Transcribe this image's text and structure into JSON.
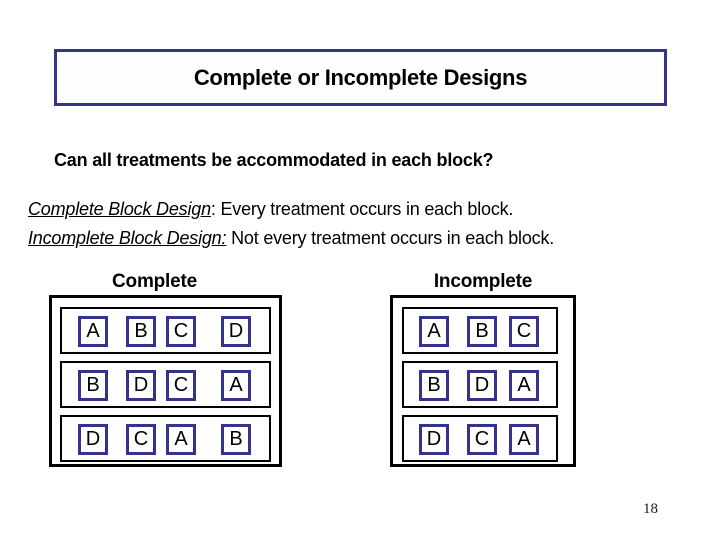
{
  "title": {
    "text": "Complete or Incomplete Designs"
  },
  "question": "Can all treatments be accommodated in each block?",
  "definitions": [
    {
      "term": "Complete Block Design",
      "rest": ": Every treatment occurs in each block."
    },
    {
      "term": "Incomplete Block Design:",
      "rest": " Not every treatment occurs in each block."
    }
  ],
  "diagrams": [
    {
      "label": "Complete",
      "rows": [
        [
          "A",
          "B",
          "C",
          "D"
        ],
        [
          "B",
          "D",
          "C",
          "A"
        ],
        [
          "D",
          "C",
          "A",
          "B"
        ]
      ]
    },
    {
      "label": "Incomplete",
      "rows": [
        [
          "A",
          "B",
          "C"
        ],
        [
          "B",
          "D",
          "A"
        ],
        [
          "D",
          "C",
          "A"
        ]
      ]
    }
  ],
  "page_number": "18",
  "colors": {
    "accent_navy": "#33338c",
    "border_black": "#000000",
    "background": "#ffffff",
    "text": "#000000"
  }
}
